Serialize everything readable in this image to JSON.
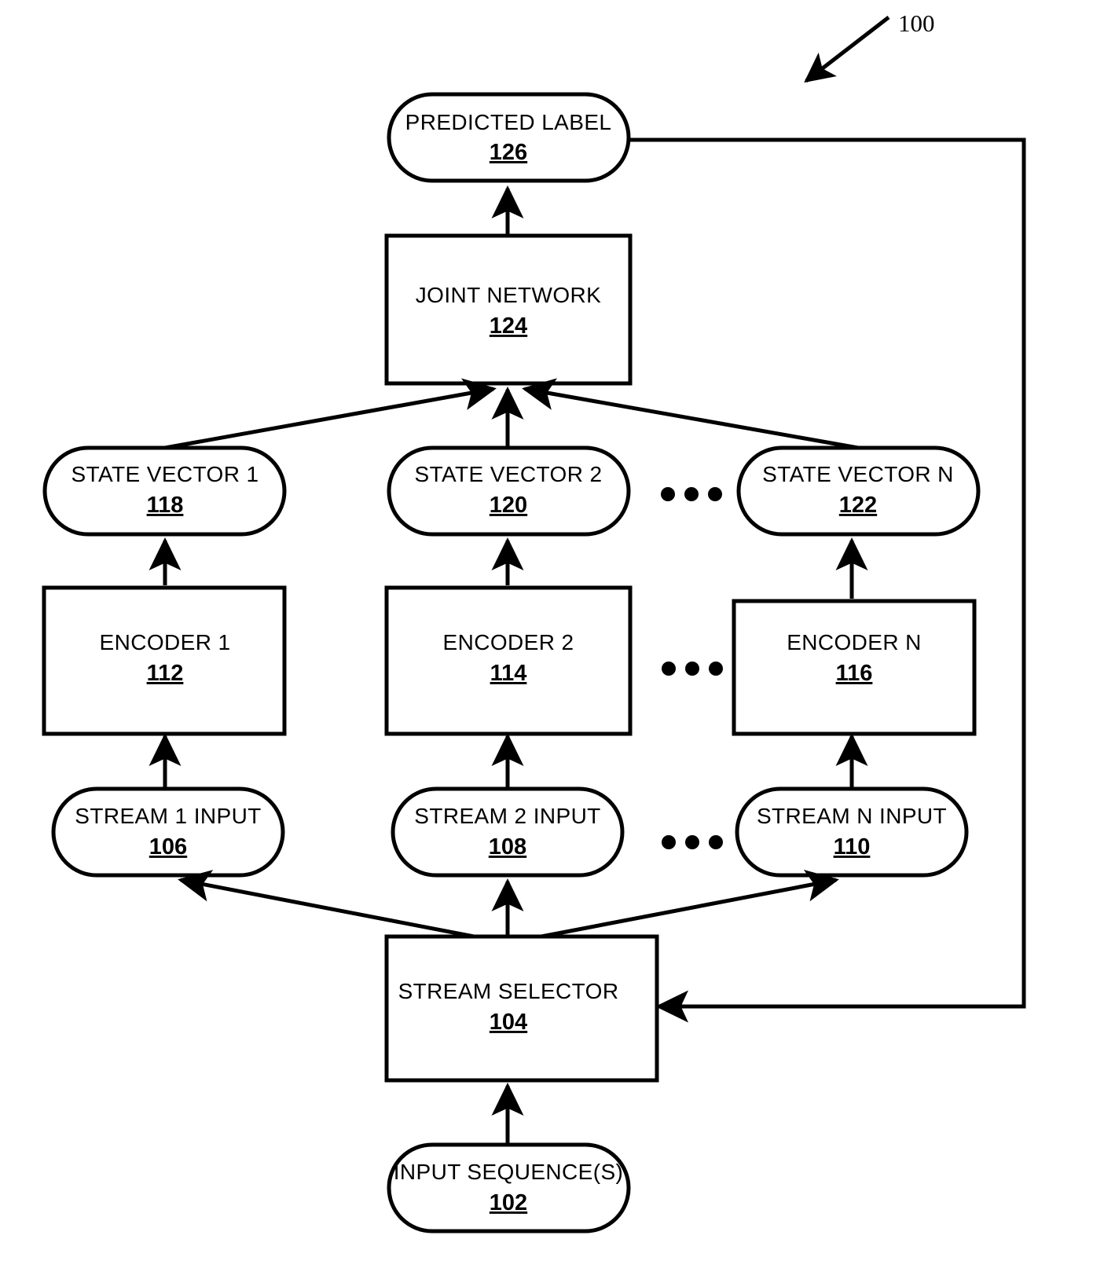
{
  "figure": {
    "reference_numeral": "100",
    "background_color": "#ffffff",
    "line_color": "#000000"
  },
  "nodes": {
    "predicted_label": {
      "label": "PREDICTED LABEL",
      "ref": "126",
      "shape": "stadium"
    },
    "joint_network": {
      "label": "JOINT NETWORK",
      "ref": "124",
      "shape": "rect"
    },
    "state_vector_1": {
      "label": "STATE VECTOR 1",
      "ref": "118",
      "shape": "stadium"
    },
    "state_vector_2": {
      "label": "STATE VECTOR 2",
      "ref": "120",
      "shape": "stadium"
    },
    "state_vector_n": {
      "label": "STATE VECTOR N",
      "ref": "122",
      "shape": "stadium"
    },
    "encoder_1": {
      "label": "ENCODER 1",
      "ref": "112",
      "shape": "rect"
    },
    "encoder_2": {
      "label": "ENCODER 2",
      "ref": "114",
      "shape": "rect"
    },
    "encoder_n": {
      "label": "ENCODER N",
      "ref": "116",
      "shape": "rect"
    },
    "stream_1_input": {
      "label": "STREAM 1 INPUT",
      "ref": "106",
      "shape": "stadium"
    },
    "stream_2_input": {
      "label": "STREAM 2 INPUT",
      "ref": "108",
      "shape": "stadium"
    },
    "stream_n_input": {
      "label": "STREAM N INPUT",
      "ref": "110",
      "shape": "stadium"
    },
    "stream_selector": {
      "label": "STREAM SELECTOR",
      "ref": "104",
      "shape": "rect"
    },
    "input_sequences": {
      "label": "INPUT SEQUENCE(S)",
      "ref": "102",
      "shape": "stadium"
    }
  },
  "ellipses": {
    "state_vector_row": "•••",
    "encoder_row": "•••",
    "stream_input_row": "•••"
  }
}
